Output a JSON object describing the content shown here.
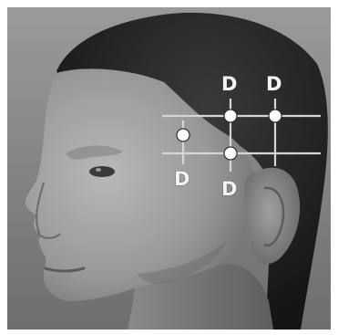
{
  "scene": {
    "subject": "head-profile-left-facing",
    "palette": {
      "background": "#ffffff",
      "backdrop": "#8e8e8e",
      "hair": "#1f1f1f",
      "skin_light": "#a9a9a9",
      "skin_shadow": "#6f6f6f",
      "marker": "#ffffff",
      "guide_line": "#d2d2d2"
    }
  },
  "markers": [
    {
      "id": "marker-upper-left",
      "label": "D"
    },
    {
      "id": "marker-upper-right",
      "label": "D"
    },
    {
      "id": "marker-lower-left",
      "label": "D"
    },
    {
      "id": "marker-lower-middle",
      "label": "D"
    }
  ]
}
